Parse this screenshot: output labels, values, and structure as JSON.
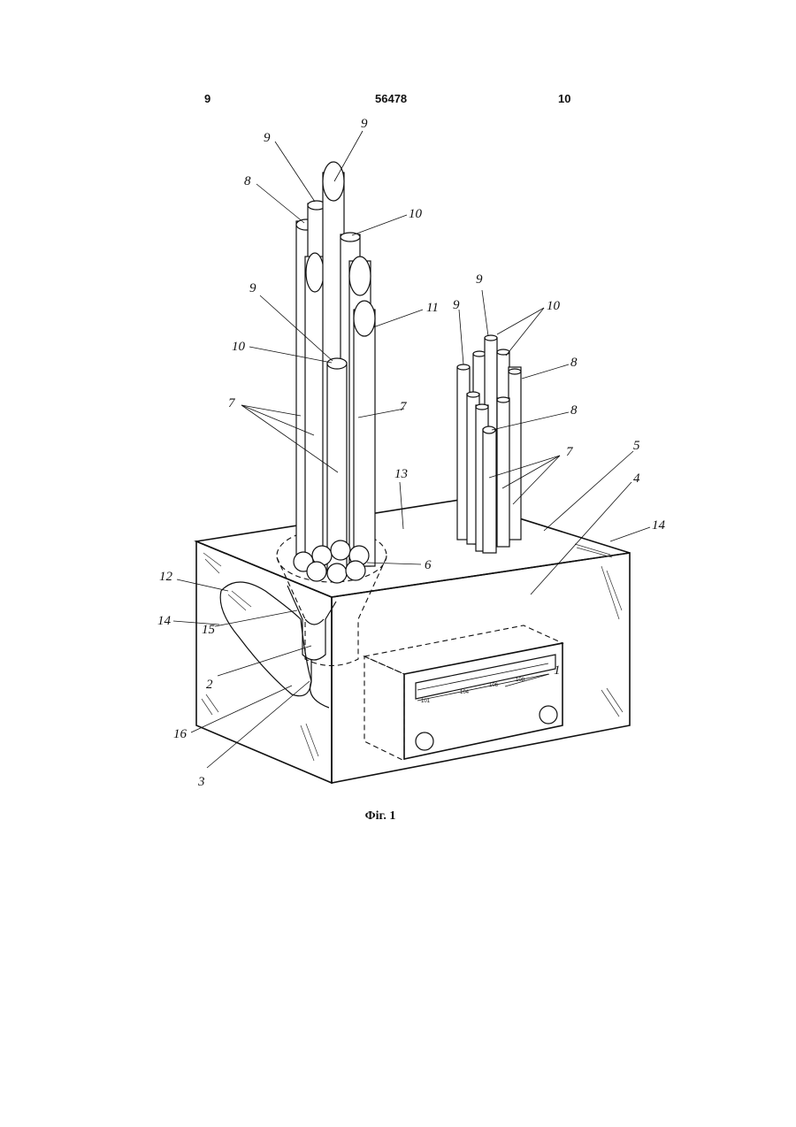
{
  "header": {
    "left_page": "9",
    "patent_number": "56478",
    "right_page": "10"
  },
  "caption": "Фіг. 1",
  "callouts": {
    "radio": "1",
    "speaker": "2",
    "wire": "3",
    "front_face": "4",
    "top_face": "5",
    "funnel": "6",
    "tubes_left": "7",
    "tubes_right": "7",
    "plug_left": "8",
    "plug_right_a": "8",
    "plug_right_b": "8",
    "cap_left_a": "9",
    "cap_left_b": "9",
    "cap_left_c": "9",
    "cap_right_a": "9",
    "cap_right_b": "9",
    "ring_left_a": "10",
    "ring_left_b": "10",
    "ring_right": "10",
    "oblique_cut": "11",
    "cutaway": "12",
    "top_panel": "13",
    "corner_left": "14",
    "corner_right": "14",
    "neck": "15",
    "inner_wall": "16"
  },
  "radio_scale": [
    "101",
    "104",
    "106",
    "108"
  ]
}
